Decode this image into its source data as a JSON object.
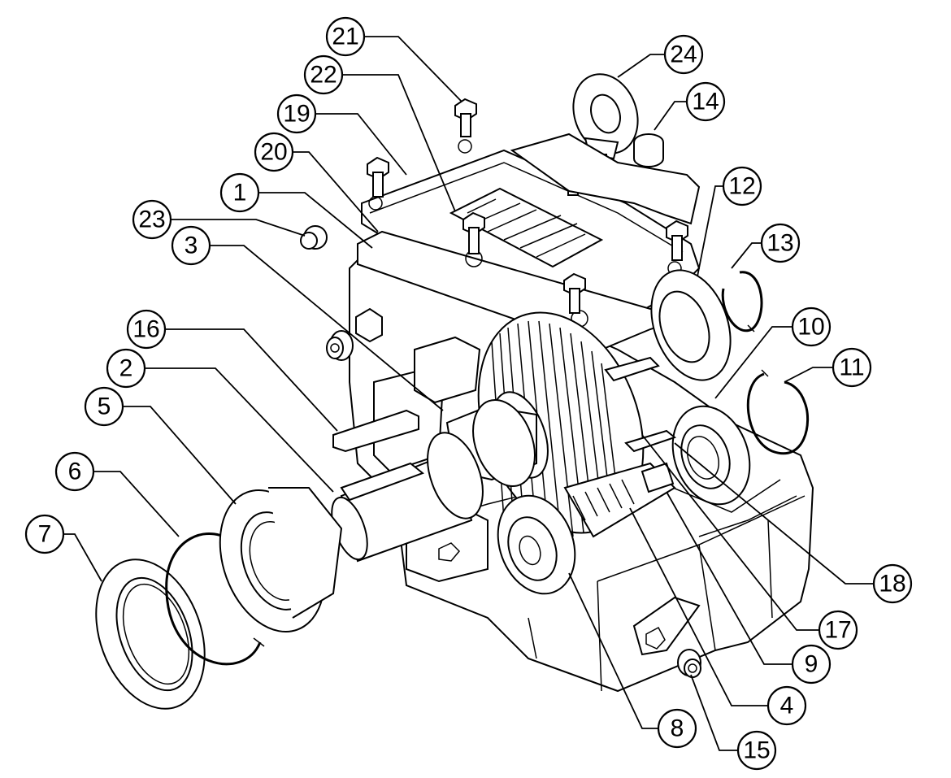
{
  "diagram": {
    "callouts": [
      {
        "id": "c1",
        "label": "1"
      },
      {
        "id": "c2",
        "label": "2"
      },
      {
        "id": "c3",
        "label": "3"
      },
      {
        "id": "c4",
        "label": "4"
      },
      {
        "id": "c5",
        "label": "5"
      },
      {
        "id": "c6",
        "label": "6"
      },
      {
        "id": "c7",
        "label": "7"
      },
      {
        "id": "c8",
        "label": "8"
      },
      {
        "id": "c9",
        "label": "9"
      },
      {
        "id": "c10",
        "label": "10"
      },
      {
        "id": "c11",
        "label": "11"
      },
      {
        "id": "c12",
        "label": "12"
      },
      {
        "id": "c13",
        "label": "13"
      },
      {
        "id": "c14",
        "label": "14"
      },
      {
        "id": "c15",
        "label": "15"
      },
      {
        "id": "c16",
        "label": "16"
      },
      {
        "id": "c17",
        "label": "17"
      },
      {
        "id": "c18",
        "label": "18"
      },
      {
        "id": "c19",
        "label": "19"
      },
      {
        "id": "c20",
        "label": "20"
      },
      {
        "id": "c21",
        "label": "21"
      },
      {
        "id": "c22",
        "label": "22"
      },
      {
        "id": "c23",
        "label": "23"
      },
      {
        "id": "c24",
        "label": "24"
      }
    ]
  }
}
